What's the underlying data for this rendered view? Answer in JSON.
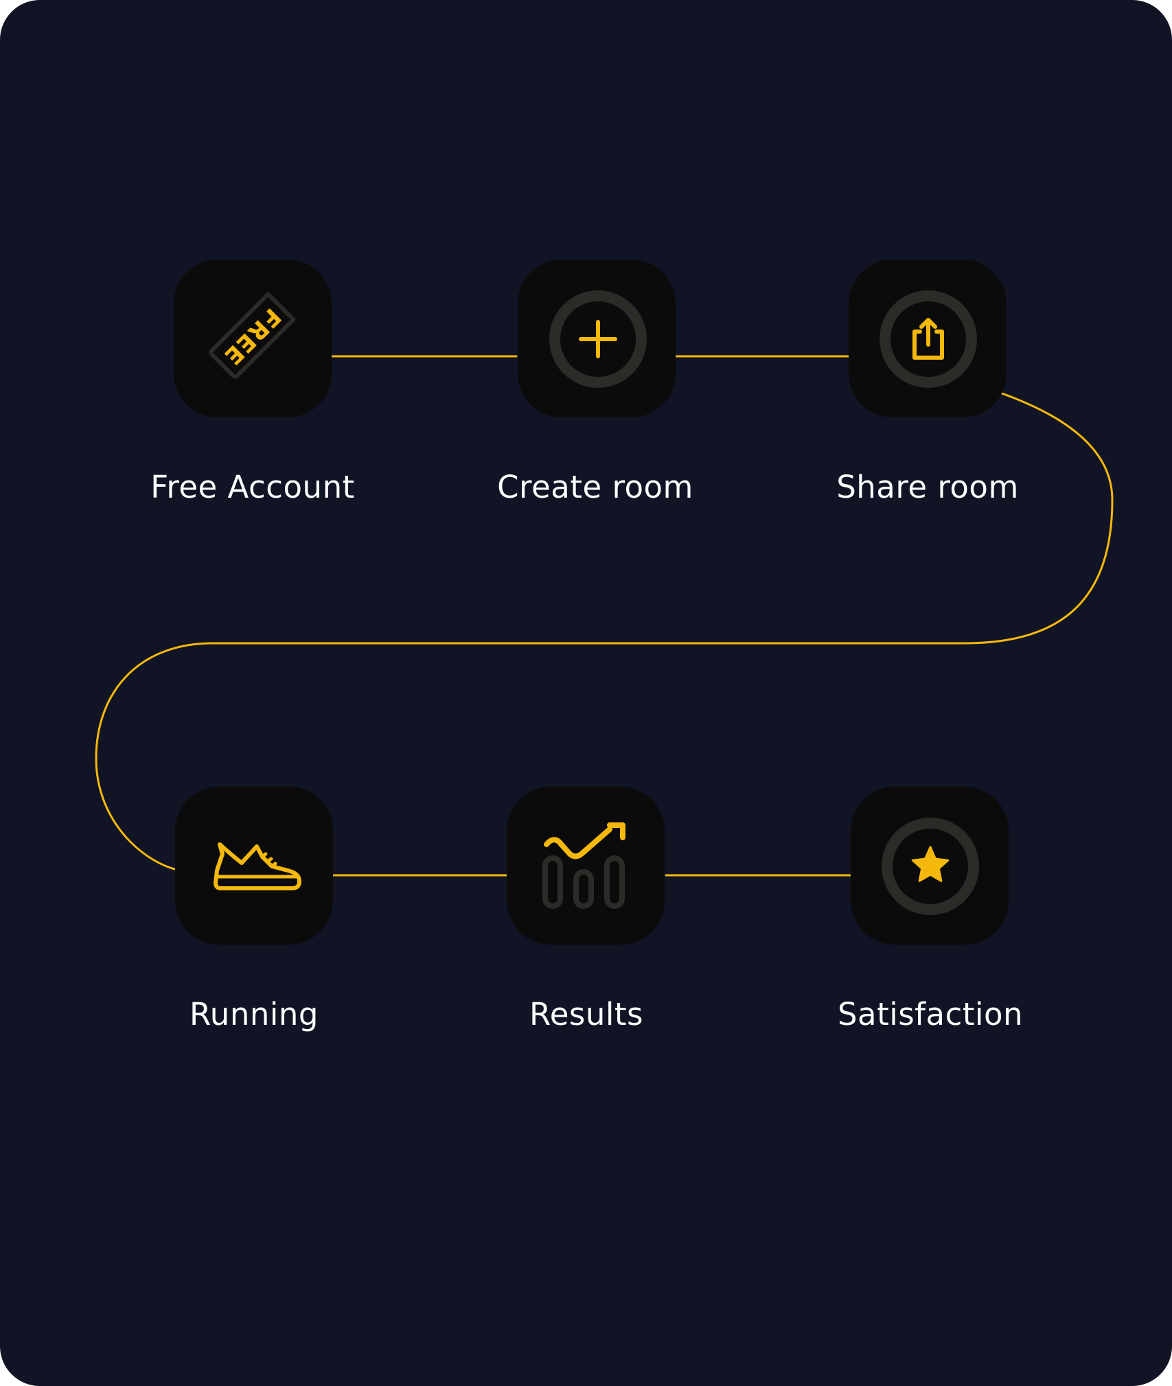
{
  "colors": {
    "background": "#111424",
    "tile": "#0b0b0b",
    "accent": "#f5b80c",
    "ring": "#2b2b28",
    "text": "#ffffff"
  },
  "steps": [
    {
      "label": "Free Account",
      "icon": "free-tag-icon",
      "tag_text": "FREE"
    },
    {
      "label": "Create room",
      "icon": "plus-circle-icon"
    },
    {
      "label": "Share room",
      "icon": "share-icon"
    },
    {
      "label": "Running",
      "icon": "sneaker-icon"
    },
    {
      "label": "Results",
      "icon": "trend-chart-icon"
    },
    {
      "label": "Satisfaction",
      "icon": "star-icon"
    }
  ]
}
